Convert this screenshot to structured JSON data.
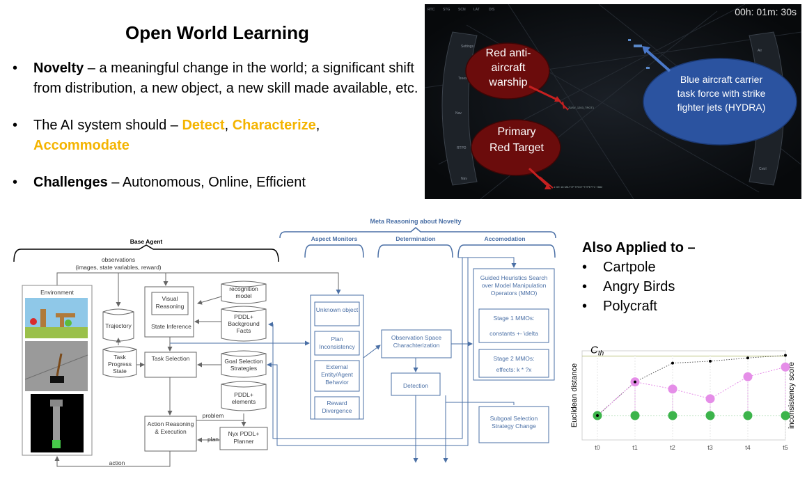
{
  "title": "Open World Learning",
  "bullets": [
    {
      "term": "Novelty",
      "text": " – a meaningful change in the world; a significant shift from distribution, a new object, a new skill made available, etc."
    },
    {
      "lead": "The AI system should – ",
      "highlights": [
        "Detect",
        "Characterize",
        "Accommodate"
      ]
    },
    {
      "term": "Challenges",
      "text": " – Autonomous, Online, Efficient"
    }
  ],
  "game": {
    "timer": "00h: 01m: 30s",
    "callouts": {
      "warship": "Red anti-aircraft warship",
      "target": "Primary Red Target",
      "carrier": "Blue aircraft carrier task force with strike fighter jets (HYDRA)"
    }
  },
  "also_applied": {
    "heading": "Also Applied to –",
    "items": [
      "Cartpole",
      "Angry Birds",
      "Polycraft"
    ]
  },
  "diagram": {
    "meta_title": "Meta Reasoning about Novelty",
    "base_agent": "Base Agent",
    "aspect_monitors": "Aspect Monitors",
    "determination": "Determination",
    "accomodation": "Accomodation",
    "observations": "observations",
    "observations_detail": "(images, state variables, reward)",
    "environment": "Environment",
    "trajectory": "Trajectory",
    "task_progress": "Task Progress State",
    "visual_reasoning": "Visual Reasoning",
    "state_inference": "State Inference",
    "task_selection": "Task Selection",
    "action_reasoning": "Action Reasoning & Execution",
    "recognition_model": "recognition model",
    "pddl_background": "PDDL+ Background Facts",
    "goal_selection": "Goal Selection Strategies",
    "pddl_elements": "PDDL+ elements",
    "nyx": "Nyx PDDL+ Planner",
    "problem": "problem",
    "plan": "plan",
    "action": "action",
    "unknown_object": "Unknown object",
    "plan_inconsistency": "Plan Inconsistency",
    "external_entity": "External Entity/Agent Behavior",
    "reward_divergence": "Reward Divergence",
    "obs_space": "Observation Space Charachterization",
    "detection": "Detection",
    "guided_heuristics": "Guided Heuristics Search over Model Manipulation Operators (MMO)",
    "stage1": "Stage 1 MMOs:",
    "stage1_detail": "constants +- \\delta",
    "stage2": "Stage 2 MMOs:",
    "stage2_detail": "effects: k * ?x",
    "subgoal": "Subgoal Selection Strategy Change"
  },
  "chart_data": {
    "type": "scatter",
    "categories": [
      "t0",
      "t1",
      "t2",
      "t3",
      "t4",
      "t5"
    ],
    "ylabel": "Euclidean distance",
    "ylabel_right": "inconsistency score",
    "threshold_label": "C_th",
    "series": [
      {
        "values": [
          0,
          0,
          0,
          0,
          0,
          0
        ],
        "color": "#3cb44b"
      },
      {
        "values": [
          0,
          0.52,
          0.41,
          0.26,
          0.6,
          0.75
        ],
        "color": "#e58ee8"
      },
      {
        "values": [
          0,
          0.52,
          0.81,
          0.84,
          0.89,
          0.93
        ],
        "color": "#000000"
      }
    ],
    "threshold": 0.92,
    "ylim": [
      0,
      1
    ]
  }
}
